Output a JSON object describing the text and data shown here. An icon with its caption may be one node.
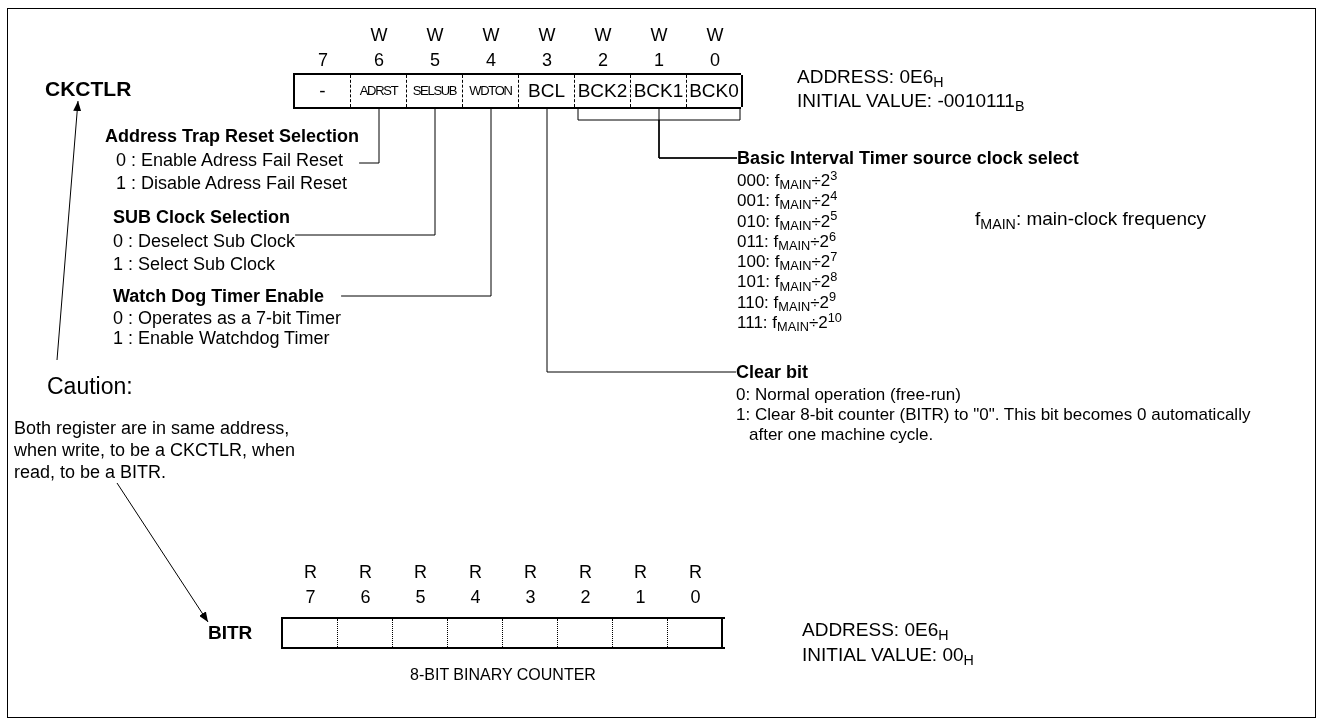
{
  "diagram": {
    "nodes": [
      {
        "text": [
          "CKCTLR"
        ]
      },
      {
        "text": [],
        "shape": "box"
      },
      {
        "text": [
          "-"
        ],
        "in": 1,
        "beside": [
          "7"
        ]
      },
      {
        "text": [
          "ADRST"
        ],
        "in": 1,
        "beside": [
          "W",
          "6"
        ]
      },
      {
        "text": [
          "SELSUB"
        ],
        "in": 1,
        "beside": [
          "W",
          "5"
        ]
      },
      {
        "text": [
          "WDTON"
        ],
        "in": 1,
        "beside": [
          "W",
          "4"
        ]
      },
      {
        "text": [
          "BCL"
        ],
        "in": 1,
        "beside": [
          "W",
          "3"
        ]
      },
      {
        "text": [
          "BCK2"
        ],
        "in": 1,
        "beside": [
          "W",
          "2"
        ]
      },
      {
        "text": [
          "BCK1"
        ],
        "in": 1,
        "beside": [
          "W",
          "1"
        ]
      },
      {
        "text": [
          "BCK0"
        ],
        "in": 1,
        "beside": [
          "W",
          "0"
        ]
      },
      {
        "text": [
          "Address Trap Reset Selection",
          "0 : Enable Adress Fail Reset",
          "1 : Disable Adress Fail Reset"
        ]
      },
      {
        "text": [
          "SUB Clock Selection",
          "0 : Deselect Sub Clock",
          "1 : Select Sub Clock"
        ]
      },
      {
        "text": [
          "Watch Dog Timer Enable",
          "0 : Operates as a 7-bit Timer",
          "1 : Enable Watchdog Timer"
        ]
      },
      {
        "text": [
          "Basic Interval Timer source clock select",
          "000: f$_{MAIN}$÷2$^{3}$",
          "001: f$_{MAIN}$÷2$^{4}$",
          "010: f$_{MAIN}$÷2$^{5}$",
          "011: f$_{MAIN}$÷2$^{6}$",
          "100: f$_{MAIN}$÷2$^{7}$",
          "101: f$_{MAIN}$÷2$^{8}$",
          "110: f$_{MAIN}$÷2$^{9}$",
          "111: f$_{MAIN}$÷2$^{10}$"
        ]
      },
      {
        "text": [
          "Clear bit",
          "0: Normal operation (free-run)",
          "1: Clear 8-bit counter (BITR) to \"0\". This bit becomes 0 automatically after one machine cycle."
        ]
      },
      {
        "text": [
          "Caution:",
          "Both register are in same address, when write, to be a CKCTLR, when read, to be a BITR."
        ]
      },
      {
        "text": [
          "BITR"
        ]
      },
      {
        "text": [],
        "shape": "box",
        "beside": [
          "8-BIT BINARY COUNTER"
        ]
      },
      {
        "text": [],
        "shape": "box",
        "in": 17,
        "beside": [
          "R",
          "7"
        ]
      },
      {
        "text": [],
        "shape": "box",
        "in": 17,
        "beside": [
          "R",
          "6"
        ]
      },
      {
        "text": [],
        "shape": "box",
        "in": 17,
        "beside": [
          "R",
          "5"
        ]
      },
      {
        "text": [],
        "shape": "box",
        "in": 17,
        "beside": [
          "R",
          "4"
        ]
      },
      {
        "text": [],
        "shape": "box",
        "in": 17,
        "beside": [
          "R",
          "3"
        ]
      },
      {
        "text": [],
        "shape": "box",
        "in": 17,
        "beside": [
          "R",
          "2"
        ]
      },
      {
        "text": [],
        "shape": "box",
        "in": 17,
        "beside": [
          "R",
          "1"
        ]
      },
      {
        "text": [],
        "shape": "box",
        "in": 17,
        "beside": [
          "R",
          "0"
        ]
      }
    ],
    "edges": [
      {
        "from": 15,
        "to": 0,
        "arrow": "to"
      },
      {
        "from": 15,
        "to": 16,
        "arrow": "to"
      },
      {
        "from": 3,
        "to": 10,
        "arrow": "none"
      },
      {
        "from": 4,
        "to": 11,
        "arrow": "none"
      },
      {
        "from": 5,
        "to": 12,
        "arrow": "none"
      },
      {
        "from": 6,
        "to": 14,
        "arrow": "none"
      },
      {
        "from": 7,
        "to": 13,
        "arrow": "none"
      },
      {
        "from": 8,
        "to": 13,
        "arrow": "none"
      },
      {
        "from": 9,
        "to": 13,
        "arrow": "none"
      }
    ],
    "labels": [
      "ADDRESS: 0E6$_{H}$",
      "INITIAL VALUE: -0010111$_{B}$",
      "f$_{MAIN}$: main-clock frequency",
      "ADDRESS: 0E6$_{H}$",
      "INITIAL VALUE: 00$_{H}$"
    ]
  }
}
